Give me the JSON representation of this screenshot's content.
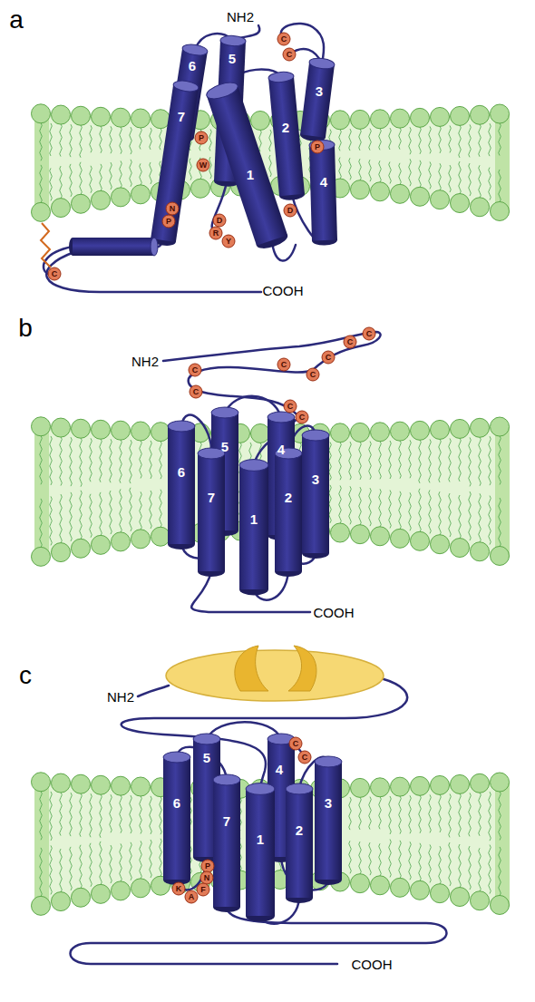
{
  "diagram": {
    "labels": [
      "a",
      "NH2",
      "C",
      "C",
      "7",
      "6",
      "5",
      "1",
      "2",
      "3",
      "4",
      "P",
      "W",
      "P",
      "N",
      "P",
      "D",
      "R",
      "Y",
      "D",
      "C",
      "COOH",
      "b",
      "NH2",
      "C",
      "C",
      "C",
      "C",
      "C",
      "C",
      "C",
      "C",
      "C",
      "6",
      "7",
      "5",
      "1",
      "2",
      "4",
      "3",
      "COOH",
      "c",
      "NH2",
      "C",
      "C",
      "5",
      "4",
      "6",
      "7",
      "1",
      "2",
      "3",
      "P",
      "N",
      "F",
      "A",
      "K",
      "COOH"
    ]
  }
}
